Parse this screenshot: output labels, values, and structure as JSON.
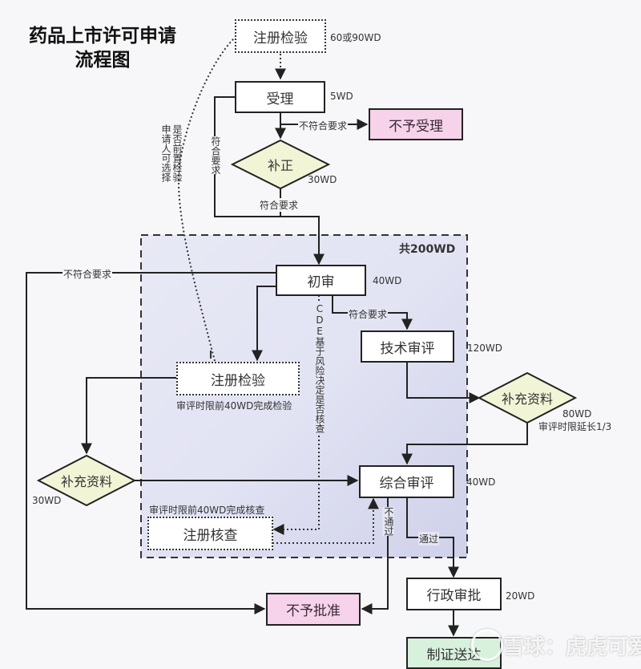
{
  "title": {
    "line1": "药品上市许可申请",
    "line2": "流程图"
  },
  "colors": {
    "reject_fill": "#f6d3ea",
    "decision_fill": "#f2f4d6",
    "final_fill": "#d7f1dc",
    "region_fill": "#dfe0f1",
    "line": "#222222"
  },
  "nodes": {
    "pre_inspection": {
      "label": "注册检验",
      "duration": "60或90WD"
    },
    "acceptance": {
      "label": "受理",
      "duration": "5WD"
    },
    "not_accepted": {
      "label": "不予受理"
    },
    "correction": {
      "label": "补正",
      "duration": "30WD"
    },
    "preliminary_review": {
      "label": "初审",
      "duration": "40WD"
    },
    "technical_review": {
      "label": "技术审评",
      "duration": "120WD"
    },
    "supplement_right": {
      "label": "补充资料",
      "duration": "80WD",
      "note": "审评时限延长1/3"
    },
    "inner_inspection": {
      "label": "注册检验",
      "note": "审评时限前40WD完成检验"
    },
    "supplement_left": {
      "label": "补充资料",
      "duration": "30WD"
    },
    "comprehensive_review": {
      "label": "综合审评",
      "duration": "40WD"
    },
    "registration_check": {
      "label": "注册核查",
      "note": "审评时限前40WD完成核查"
    },
    "not_approved": {
      "label": "不予批准"
    },
    "administrative_approval": {
      "label": "行政审批",
      "duration": "20WD"
    },
    "certificate_delivery": {
      "label": "制证送达"
    }
  },
  "region": {
    "label": "共200WD"
  },
  "edge_labels": {
    "acceptance_fail": "不符合要求",
    "acceptance_pass": "符合要求",
    "correction_pass": "符合要求",
    "prelim_fail": "不符合要求",
    "prelim_pass": "符合要求",
    "comprehensive_fail": "不通过",
    "comprehensive_pass": "通过"
  },
  "annotations": {
    "applicant_option_col1": "申请人可选择",
    "applicant_option_col2": "是否前置检验",
    "cde_risk_note": "CDE基于风险决定是否核查"
  },
  "watermark": "雪球：虎虎可爱"
}
